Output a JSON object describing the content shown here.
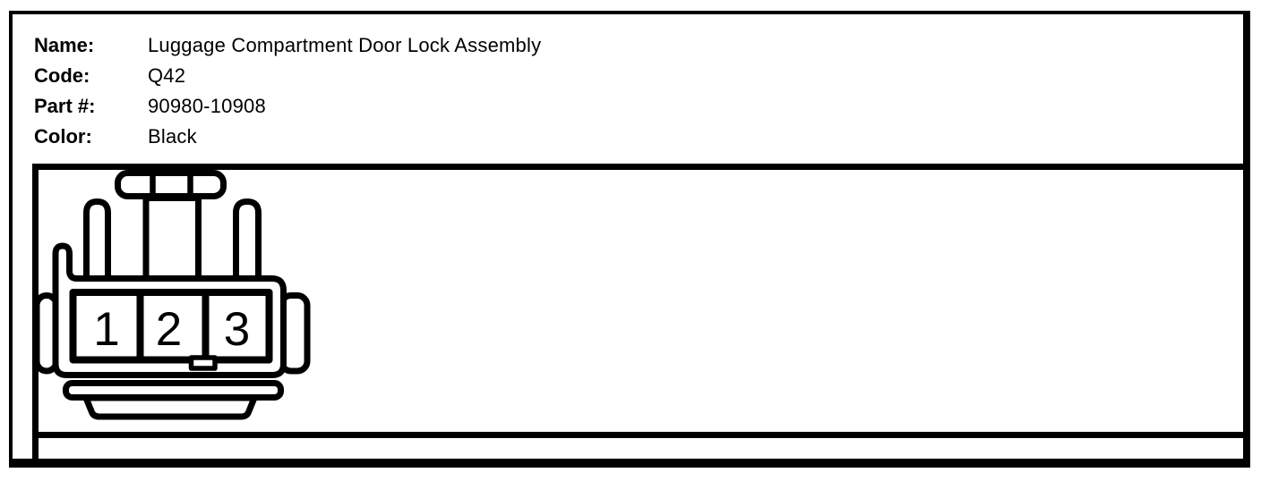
{
  "info": {
    "rows": [
      {
        "label": "Name:",
        "value": "Luggage Compartment Door Lock Assembly"
      },
      {
        "label": "Code:",
        "value": "Q42"
      },
      {
        "label": "Part #:",
        "value": "90980-10908"
      },
      {
        "label": "Color:",
        "value": "Black"
      }
    ]
  },
  "diagram": {
    "description": "3-pin connector housing, front view",
    "pins": [
      "1",
      "2",
      "3"
    ]
  },
  "colors": {
    "line": "#000000",
    "background": "#ffffff"
  }
}
